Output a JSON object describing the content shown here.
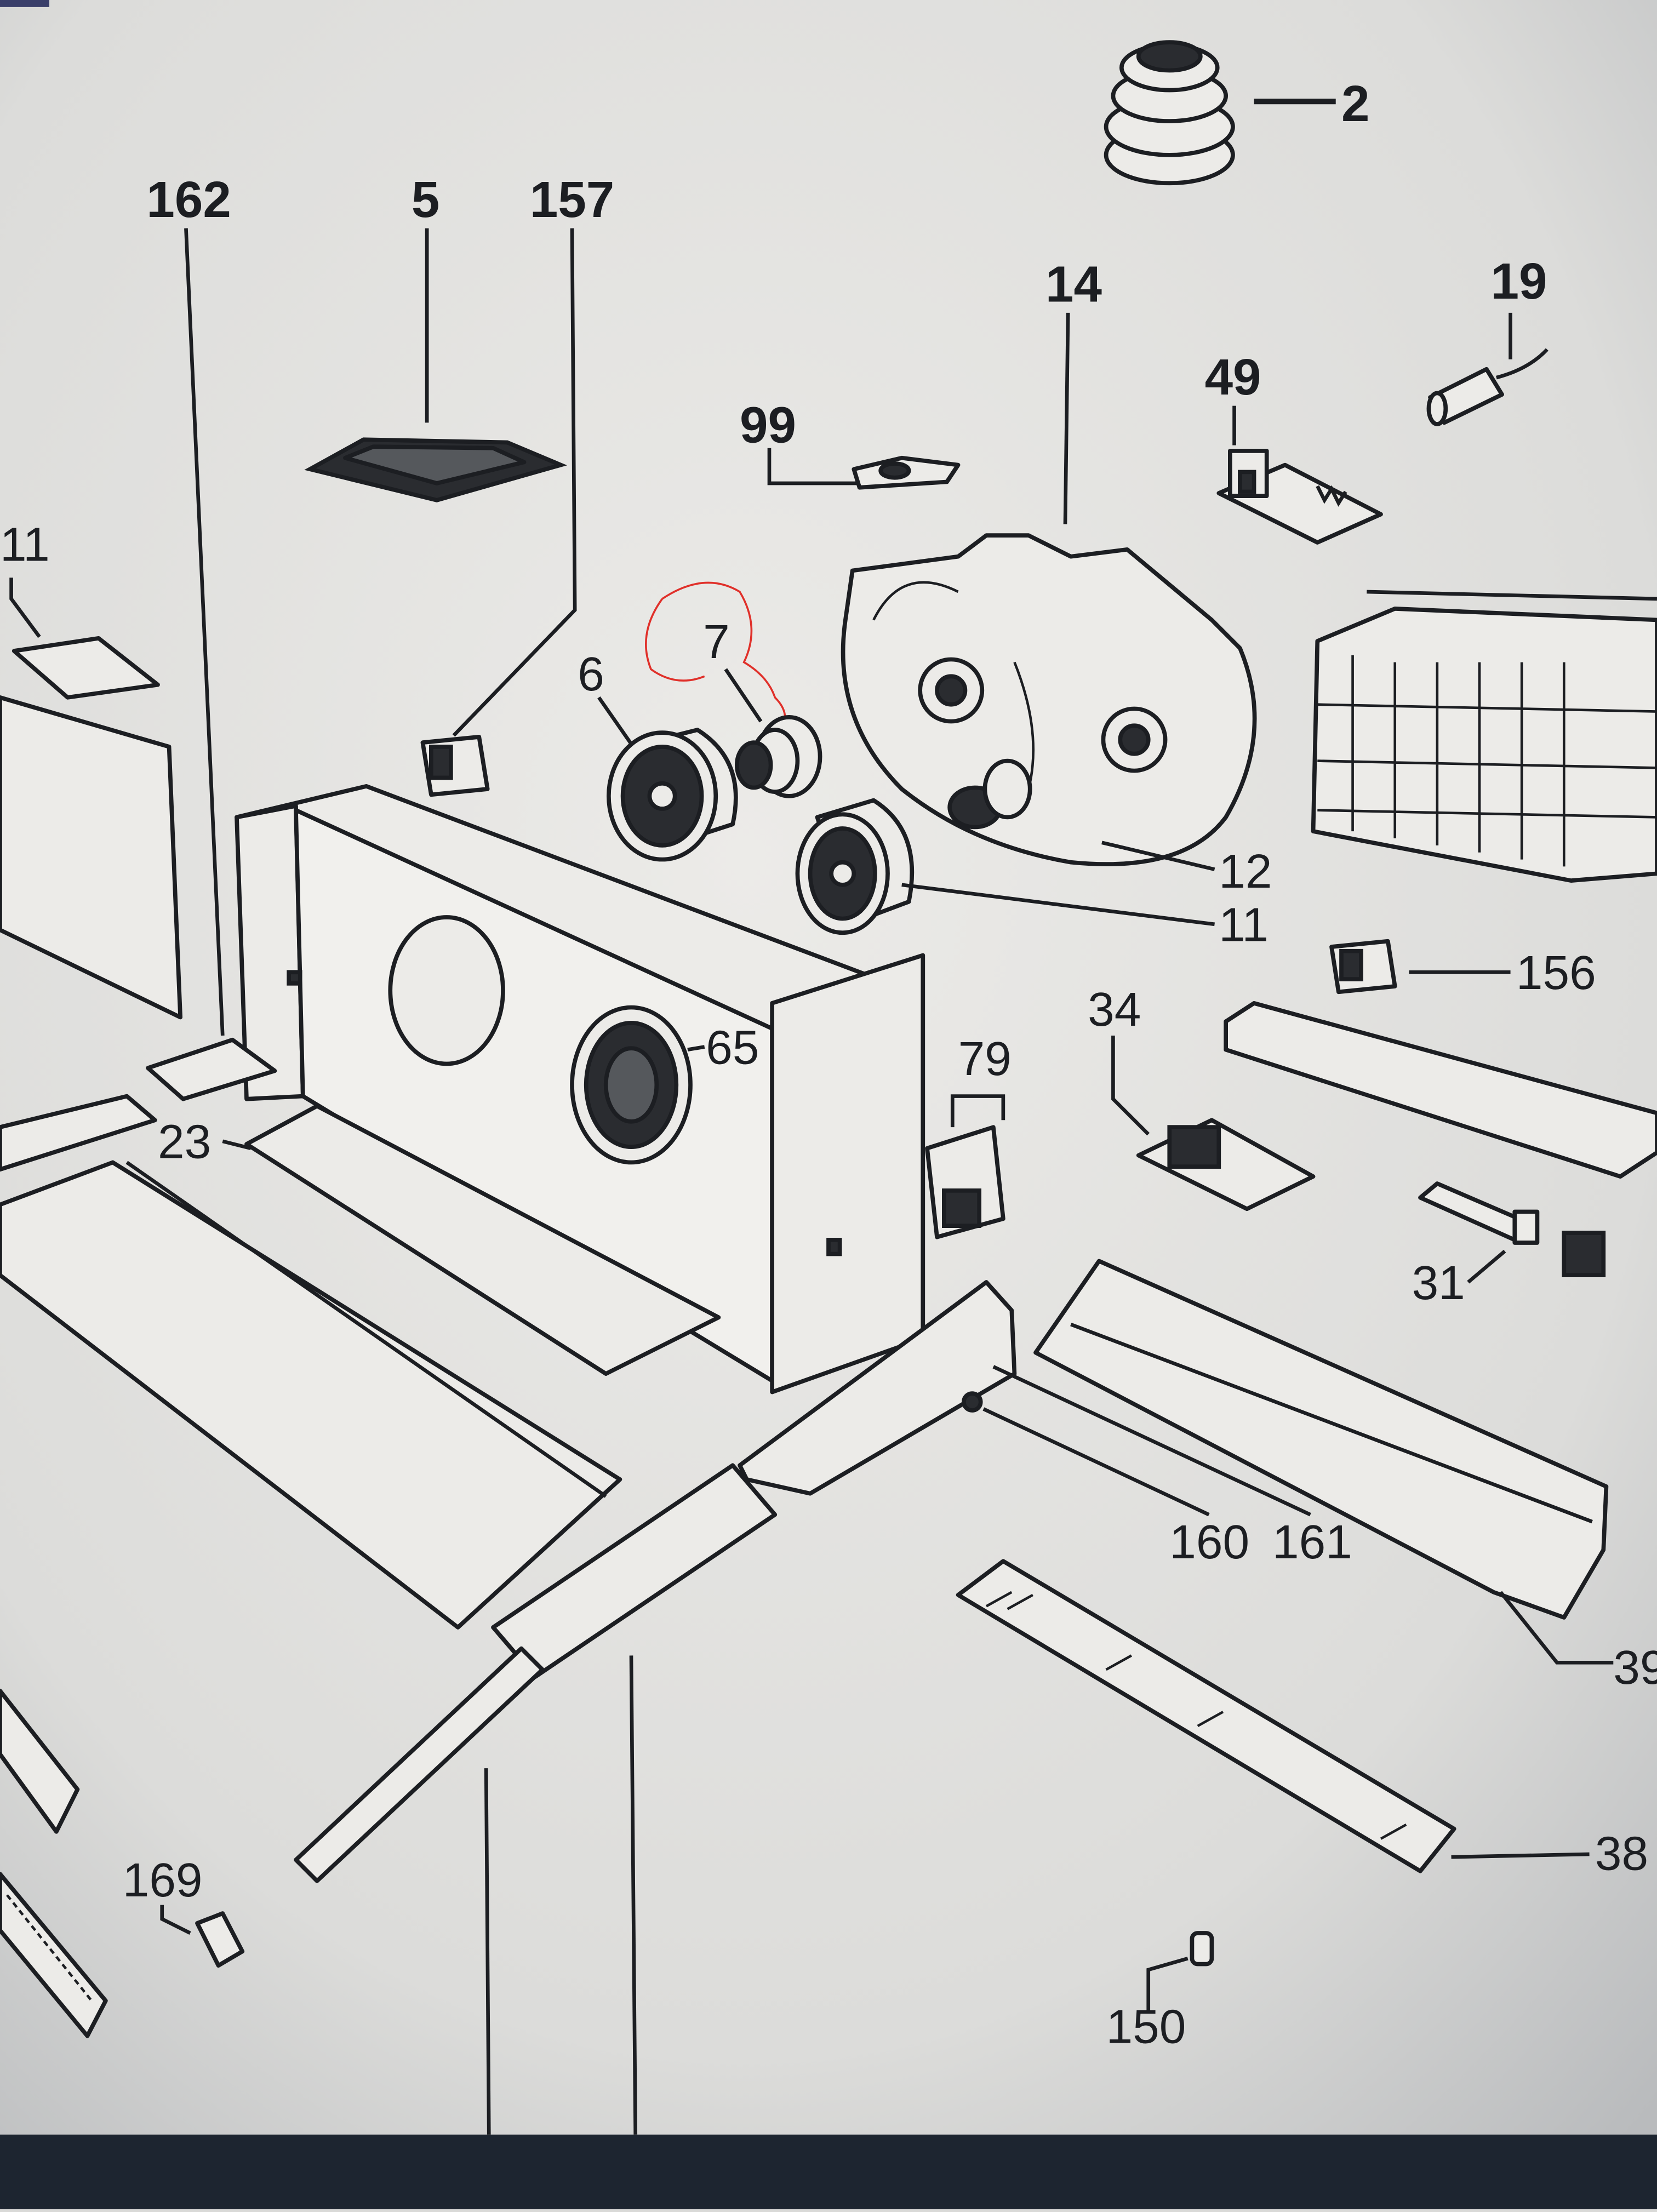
{
  "diagram": {
    "type": "exploded parts diagram (photo of monitor)",
    "labels": {
      "p2": "2",
      "p162": "162",
      "p5": "5",
      "p157": "157",
      "p14": "14",
      "p19": "19",
      "p49": "49",
      "p99": "99",
      "p11_left": "11",
      "p7": "7",
      "p6": "6",
      "p12": "12",
      "p11": "11",
      "p156": "156",
      "p34": "34",
      "p65": "65",
      "p79": "79",
      "p23": "23",
      "p31": "31",
      "p160": "160",
      "p161": "161",
      "p39": "39",
      "p38": "38",
      "p169": "169",
      "p150": "150"
    },
    "annotation_color": "#e0302a",
    "highlighted_part": "7"
  }
}
